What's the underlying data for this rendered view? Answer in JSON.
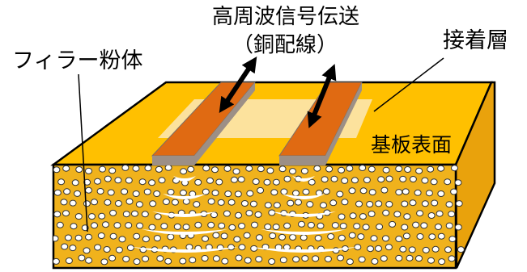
{
  "labels": {
    "signal_transmission": "高周波信号伝送",
    "copper_wiring": "（銅配線）",
    "adhesive_layer": "接着層",
    "filler_powder": "フィラー粉体",
    "substrate_surface": "基板表面"
  },
  "colors": {
    "substrate_top": "#ffc000",
    "substrate_side": "#e9a20c",
    "substrate_front": "#f0b21c",
    "adhesive": "#fbe7b8",
    "copper_top": "#e06a12",
    "copper_side": "#9c8f86",
    "filler_dot": "#ffffff",
    "wave": "#ffffff",
    "outline": "#000000"
  },
  "icons": [
    "double-headed-arrow-icon",
    "signal-wave-icon",
    "filler-particle-icon"
  ]
}
